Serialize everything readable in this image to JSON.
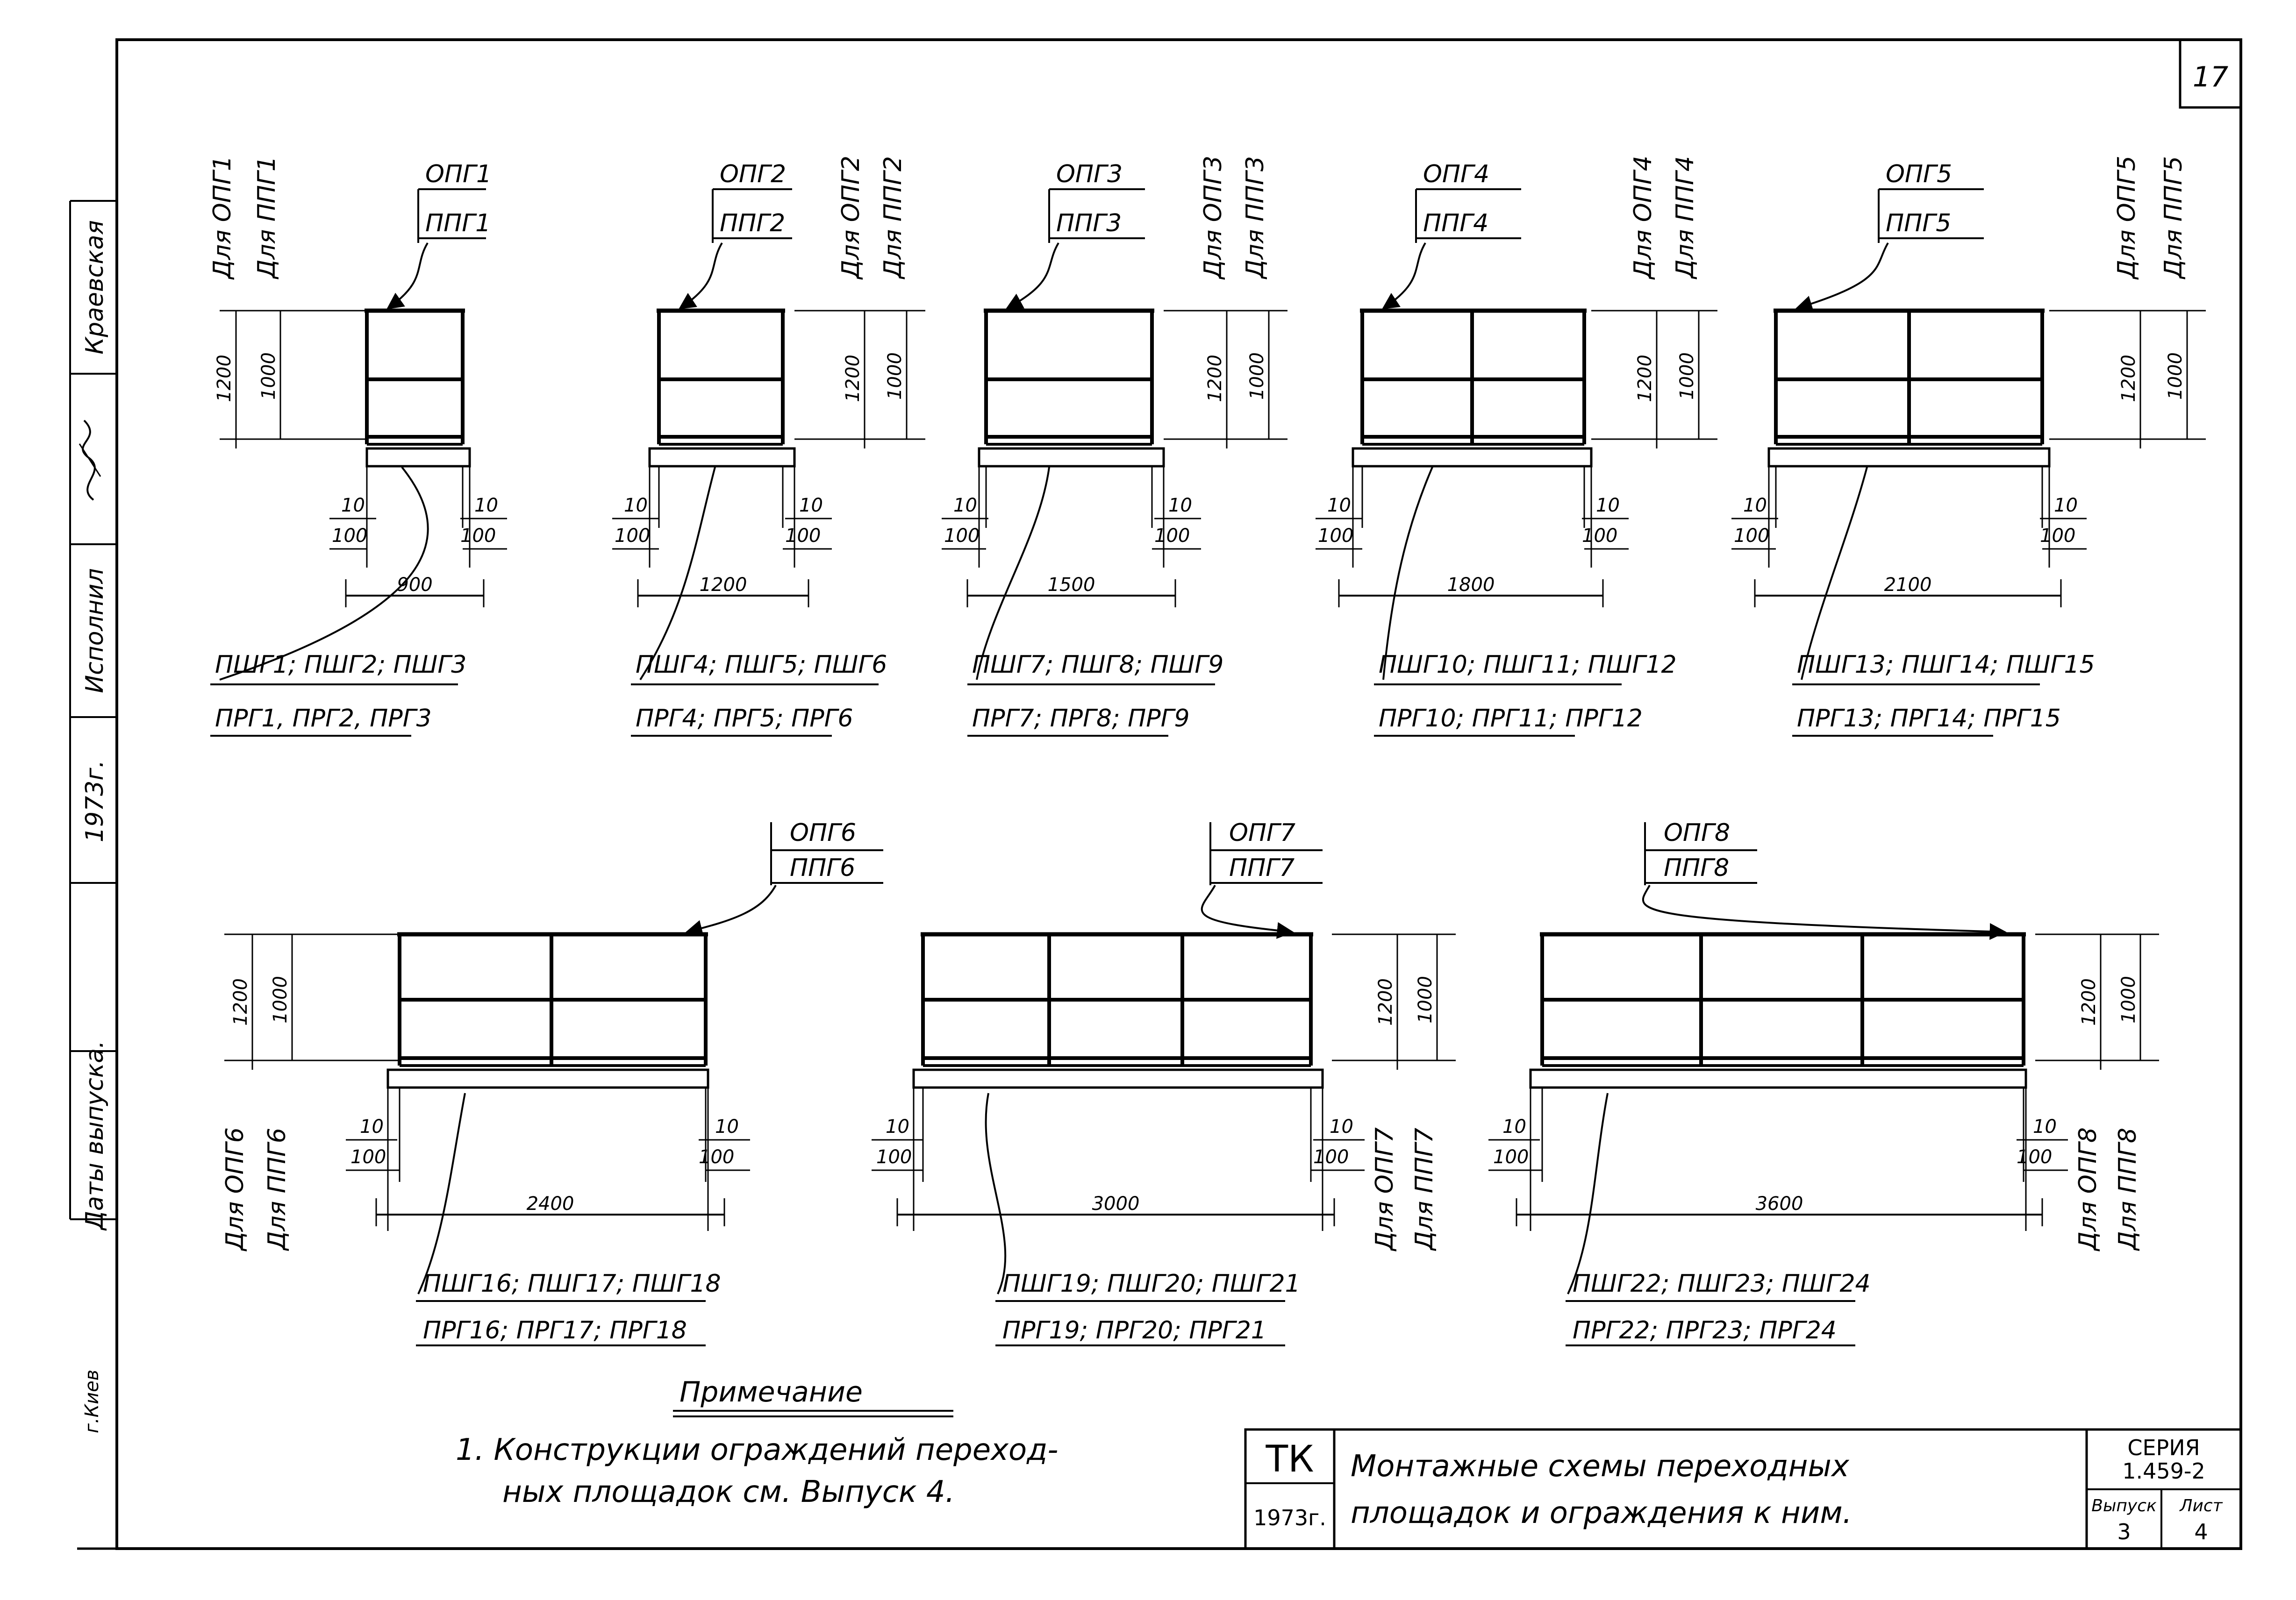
{
  "sheet_number": "17",
  "side_stamp": {
    "author_name": "Краевская",
    "author_role": "Исполнил",
    "year_mark": "1973г.",
    "issue_date_label": "Даты выпуска.",
    "city": "г.Киев"
  },
  "top_modules": [
    {
      "opg": "ОПГ1",
      "ppg": "ППГ1",
      "span": "900",
      "pshg": "ПШГ1; ПШГ2; ПШГ3",
      "prg": "ПРГ1, ПРГ2, ПРГ3",
      "for_opg": "Для ОПГ1",
      "for_ppg": "Для ППГ1",
      "h_opg": "1200",
      "h_ppg": "1000",
      "edge": "10",
      "overhang": "100"
    },
    {
      "opg": "ОПГ2",
      "ppg": "ППГ2",
      "span": "1200",
      "pshg": "ПШГ4; ПШГ5; ПШГ6",
      "prg": "ПРГ4; ПРГ5; ПРГ6",
      "for_opg": "Для ОПГ2",
      "for_ppg": "Для ППГ2",
      "h_opg": "1200",
      "h_ppg": "1000",
      "edge": "10",
      "overhang": "100"
    },
    {
      "opg": "ОПГ3",
      "ppg": "ППГ3",
      "span": "1500",
      "pshg": "ПШГ7; ПШГ8; ПШГ9",
      "prg": "ПРГ7; ПРГ8; ПРГ9",
      "for_opg": "Для ОПГ3",
      "for_ppg": "Для ППГ3",
      "h_opg": "1200",
      "h_ppg": "1000",
      "edge": "10",
      "overhang": "100"
    },
    {
      "opg": "ОПГ4",
      "ppg": "ППГ4",
      "span": "1800",
      "pshg": "ПШГ10; ПШГ11; ПШГ12",
      "prg": "ПРГ10; ПРГ11; ПРГ12",
      "for_opg": "Для ОПГ4",
      "for_ppg": "Для ППГ4",
      "h_opg": "1200",
      "h_ppg": "1000",
      "edge": "10",
      "overhang": "100"
    },
    {
      "opg": "ОПГ5",
      "ppg": "ППГ5",
      "span": "2100",
      "pshg": "ПШГ13; ПШГ14; ПШГ15",
      "prg": "ПРГ13; ПРГ14; ПРГ15",
      "for_opg": "Для ОПГ5",
      "for_ppg": "Для ППГ5",
      "h_opg": "1200",
      "h_ppg": "1000",
      "edge": "10",
      "overhang": "100"
    }
  ],
  "bottom_modules": [
    {
      "opg": "ОПГ6",
      "ppg": "ППГ6",
      "span": "2400",
      "pshg": "ПШГ16; ПШГ17; ПШГ18",
      "prg": "ПРГ16; ПРГ17; ПРГ18",
      "for_opg": "Для ОПГ6",
      "for_ppg": "Для ППГ6",
      "h_opg": "1200",
      "h_ppg": "1000",
      "edge": "10",
      "overhang": "100"
    },
    {
      "opg": "ОПГ7",
      "ppg": "ППГ7",
      "span": "3000",
      "pshg": "ПШГ19; ПШГ20; ПШГ21",
      "prg": "ПРГ19; ПРГ20; ПРГ21",
      "for_opg": "Для ОПГ7",
      "for_ppg": "Для ППГ7",
      "h_opg": "1200",
      "h_ppg": "1000",
      "edge": "10",
      "overhang": "100"
    },
    {
      "opg": "ОПГ8",
      "ppg": "ППГ8",
      "span": "3600",
      "pshg": "ПШГ22; ПШГ23; ПШГ24",
      "prg": "ПРГ22; ПРГ23; ПРГ24",
      "for_opg": "Для ОПГ8",
      "for_ppg": "Для ППГ8",
      "h_opg": "1200",
      "h_ppg": "1000",
      "edge": "10",
      "overhang": "100"
    }
  ],
  "note": {
    "heading": "Примечание",
    "line1": "1. Конструкции ограждений переход-",
    "line2": "ных площадок см. Выпуск 4."
  },
  "title_block": {
    "org": "ТК",
    "year": "1973г.",
    "title_line1": "Монтажные схемы переходных",
    "title_line2": "площадок и ограждения к ним.",
    "series_label": "СЕРИЯ",
    "series_value": "1.459-2",
    "issue_label": "Выпуск",
    "issue_value": "3",
    "sheet_label": "Лист",
    "sheet_value": "4"
  }
}
